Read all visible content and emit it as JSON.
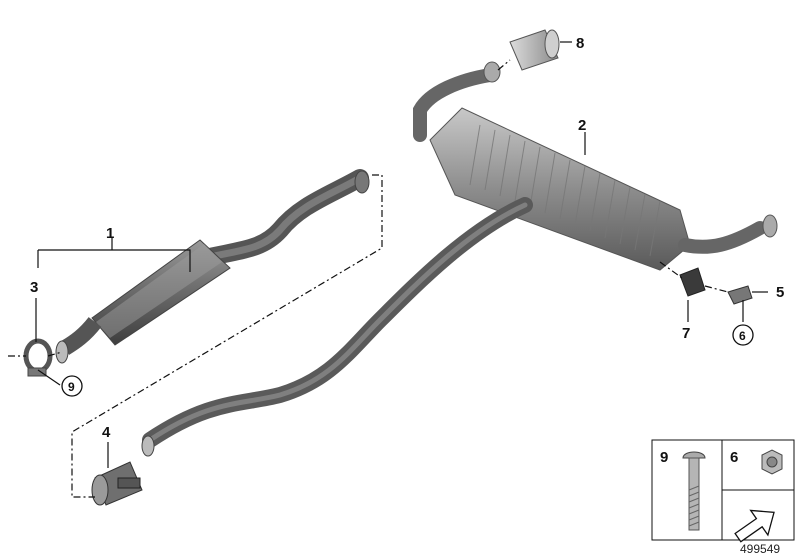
{
  "callouts": {
    "c1": "1",
    "c2": "2",
    "c3": "3",
    "c4": "4",
    "c5": "5",
    "c6": "6",
    "c7": "7",
    "c8": "8",
    "c9": "9"
  },
  "legend": {
    "bolt_label": "9",
    "nut_label": "6"
  },
  "reference_id": "499549"
}
